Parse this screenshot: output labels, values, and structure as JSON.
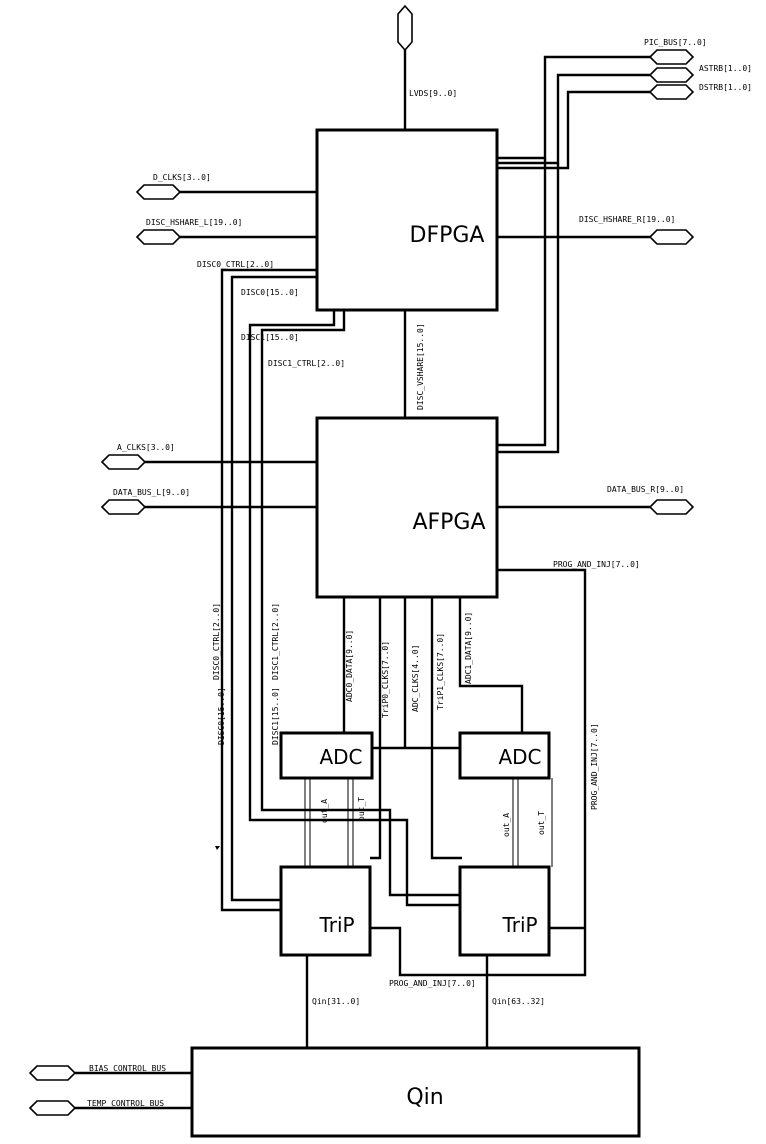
{
  "blocks": {
    "dfpga": "DFPGA",
    "afpga": "AFPGA",
    "adc_left": "ADC",
    "adc_right": "ADC",
    "trip_left": "TriP",
    "trip_right": "TriP",
    "qin": "Qin"
  },
  "ports": {
    "lvds": "LVDS[9..0]",
    "pic_bus": "PIC_BUS[7..0]",
    "astrb": "ASTRB[1..0]",
    "dstrb": "DSTRB[1..0]",
    "d_clks": "D_CLKS[3..0]",
    "disc_hshare_l": "DISC_HSHARE_L[19..0]",
    "disc_hshare_r": "DISC_HSHARE_R[19..0]",
    "a_clks": "A_CLKS[3..0]",
    "data_bus_l": "DATA_BUS_L[9..0]",
    "data_bus_r": "DATA_BUS_R[9..0]",
    "bias_control_bus": "BIAS_CONTROL_BUS",
    "temp_control_bus": "TEMP_CONTROL_BUS"
  },
  "nets": {
    "disc0_ctrl_top": "DISC0_CTRL[2..0]",
    "disc0_top": "DISC0[15..0]",
    "disc1_top": "DISC1[15..0]",
    "disc1_ctrl_top": "DISC1_CTRL[2..0]",
    "disc_vshare": "DISC_VSHARE[15..0]",
    "prog_and_inj_h": "PROG_AND_INJ[7..0]",
    "disc0_ctrl_v": "DISC0_CTRL[2..0]",
    "disc0_v": "DISC0[15..0]",
    "disc1_ctrl_v": "DISC1_CTRL[2..0]",
    "disc1_v": "DISC1[15..0]",
    "adc0_data": "ADC0_DATA[9..0]",
    "trip0_clks": "TriP0_CLKS[7..0]",
    "adc_clks": "ADC_CLKS[4..0]",
    "trip1_clks": "TriP1_CLKS[7..0]",
    "adc1_data": "ADC1_DATA[9..0]",
    "prog_and_inj_v": "PROG_AND_INJ[7..0]",
    "out_a_left": "out_A",
    "out_t_left": "out_T",
    "out_a_right": "out_A",
    "out_t_right": "out_T",
    "prog_and_inj_bottom": "PROG_AND_INJ[7..0]",
    "qin_31_0": "Qin[31..0]",
    "qin_63_32": "Qin[63..32]"
  }
}
